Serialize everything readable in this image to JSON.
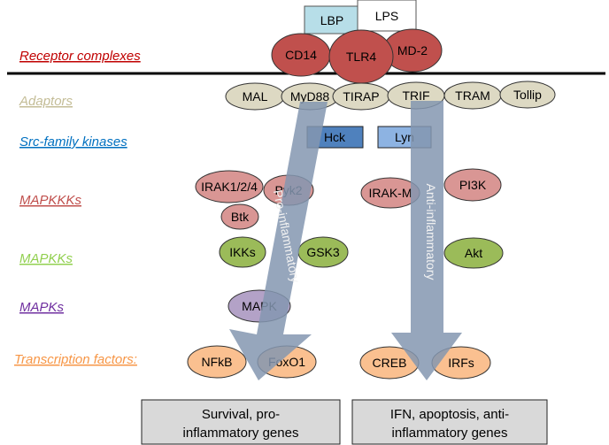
{
  "colors": {
    "receptor": "#c0504d",
    "adaptor": "#ddd9c3",
    "src_kinase": "#4f81bd",
    "mapkkk": "#d99694",
    "mapkk": "#9bbb59",
    "mapk": "#b3a2c7",
    "tf": "#fac090",
    "arrow": "#8497b0",
    "box": "#d9d9d9",
    "lbp": "#b7dee8"
  },
  "row_labels": [
    {
      "text": "Receptor complexes",
      "color": "#c00000"
    },
    {
      "text": "Adaptors",
      "color": "#c4bd97"
    },
    {
      "text": "Src-family kinases",
      "color": "#0070c0"
    },
    {
      "text": "MAPKKKs",
      "color": "#c0504d"
    },
    {
      "text": "MAPKKs",
      "color": "#92d050"
    },
    {
      "text": "MAPKs",
      "color": "#7030a0"
    },
    {
      "text": "Transcription factors:",
      "color": "#f79646"
    }
  ],
  "ligands": {
    "lbp": "LBP",
    "lps": "LPS"
  },
  "receptors": {
    "cd14": "CD14",
    "tlr4": "TLR4",
    "md2": "MD-2"
  },
  "adaptors": [
    "MAL",
    "MyD88",
    "TIRAP",
    "TRIF",
    "TRAM",
    "Tollip"
  ],
  "src_kinases": [
    "Hck",
    "Lyn"
  ],
  "mapkkks": [
    "IRAK1/2/4",
    "Pyk2",
    "IRAK-M",
    "PI3K",
    "Btk"
  ],
  "mapkks": [
    "IKKs",
    "GSK3",
    "Akt"
  ],
  "mapks": [
    "MAPK"
  ],
  "tfs": [
    "NFkB",
    "FoxO1",
    "CREB",
    "IRFs"
  ],
  "arrows": {
    "pro": "Pro-inflammatory",
    "anti": "Anti-inflammatory"
  },
  "outcomes": {
    "left": [
      "Survival, pro-",
      "inflammatory genes"
    ],
    "right": [
      "IFN, apoptosis, anti-",
      "inflammatory genes"
    ]
  }
}
